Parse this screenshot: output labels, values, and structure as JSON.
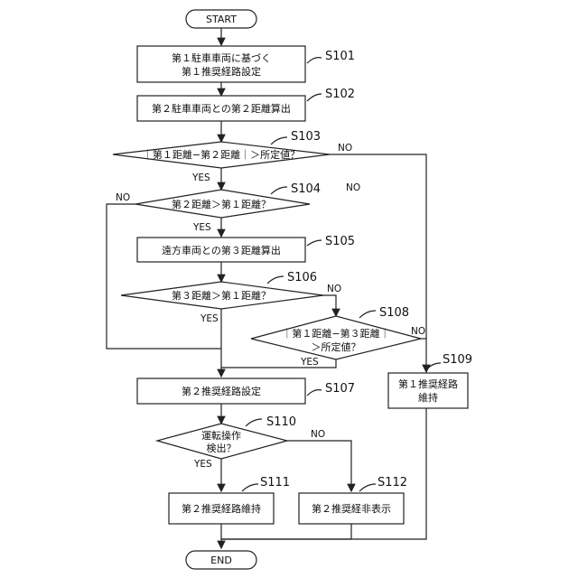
{
  "start": "START",
  "end": "END",
  "steps": {
    "s101": {
      "tag": "S101",
      "line1": "第１駐車車両に基づく",
      "line2": "第１推奨経路設定"
    },
    "s102": {
      "tag": "S102",
      "text": "第２駐車車両との第２距離算出"
    },
    "s103": {
      "tag": "S103",
      "text": "｜第１距離−第２距離｜＞所定値？"
    },
    "s104": {
      "tag": "S104",
      "text": "第２距離＞第１距離？"
    },
    "s105": {
      "tag": "S105",
      "text": "遠方車両との第３距離算出"
    },
    "s106": {
      "tag": "S106",
      "text": "第３距離＞第１距離？"
    },
    "s107": {
      "tag": "S107",
      "text": "第２推奨経路設定"
    },
    "s108": {
      "tag": "S108",
      "line1": "｜第１距離−第３距離｜",
      "line2": "＞所定値？"
    },
    "s109": {
      "tag": "S109",
      "line1": "第１推奨経路",
      "line2": "維持"
    },
    "s110": {
      "tag": "S110",
      "line1": "運転操作",
      "line2": "検出？"
    },
    "s111": {
      "tag": "S111",
      "text": "第２推奨経路維持"
    },
    "s112": {
      "tag": "S112",
      "text": "第２推奨経非表示"
    }
  },
  "branches": {
    "s103_no": "NO",
    "s103_yes": "YES",
    "s104_no_left": "NO",
    "s104_no_right": "NO",
    "s104_yes": "YES",
    "s106_no": "NO",
    "s106_yes": "YES",
    "s108_no": "NO",
    "s108_yes": "YES",
    "s110_no": "NO",
    "s110_yes": "YES"
  }
}
